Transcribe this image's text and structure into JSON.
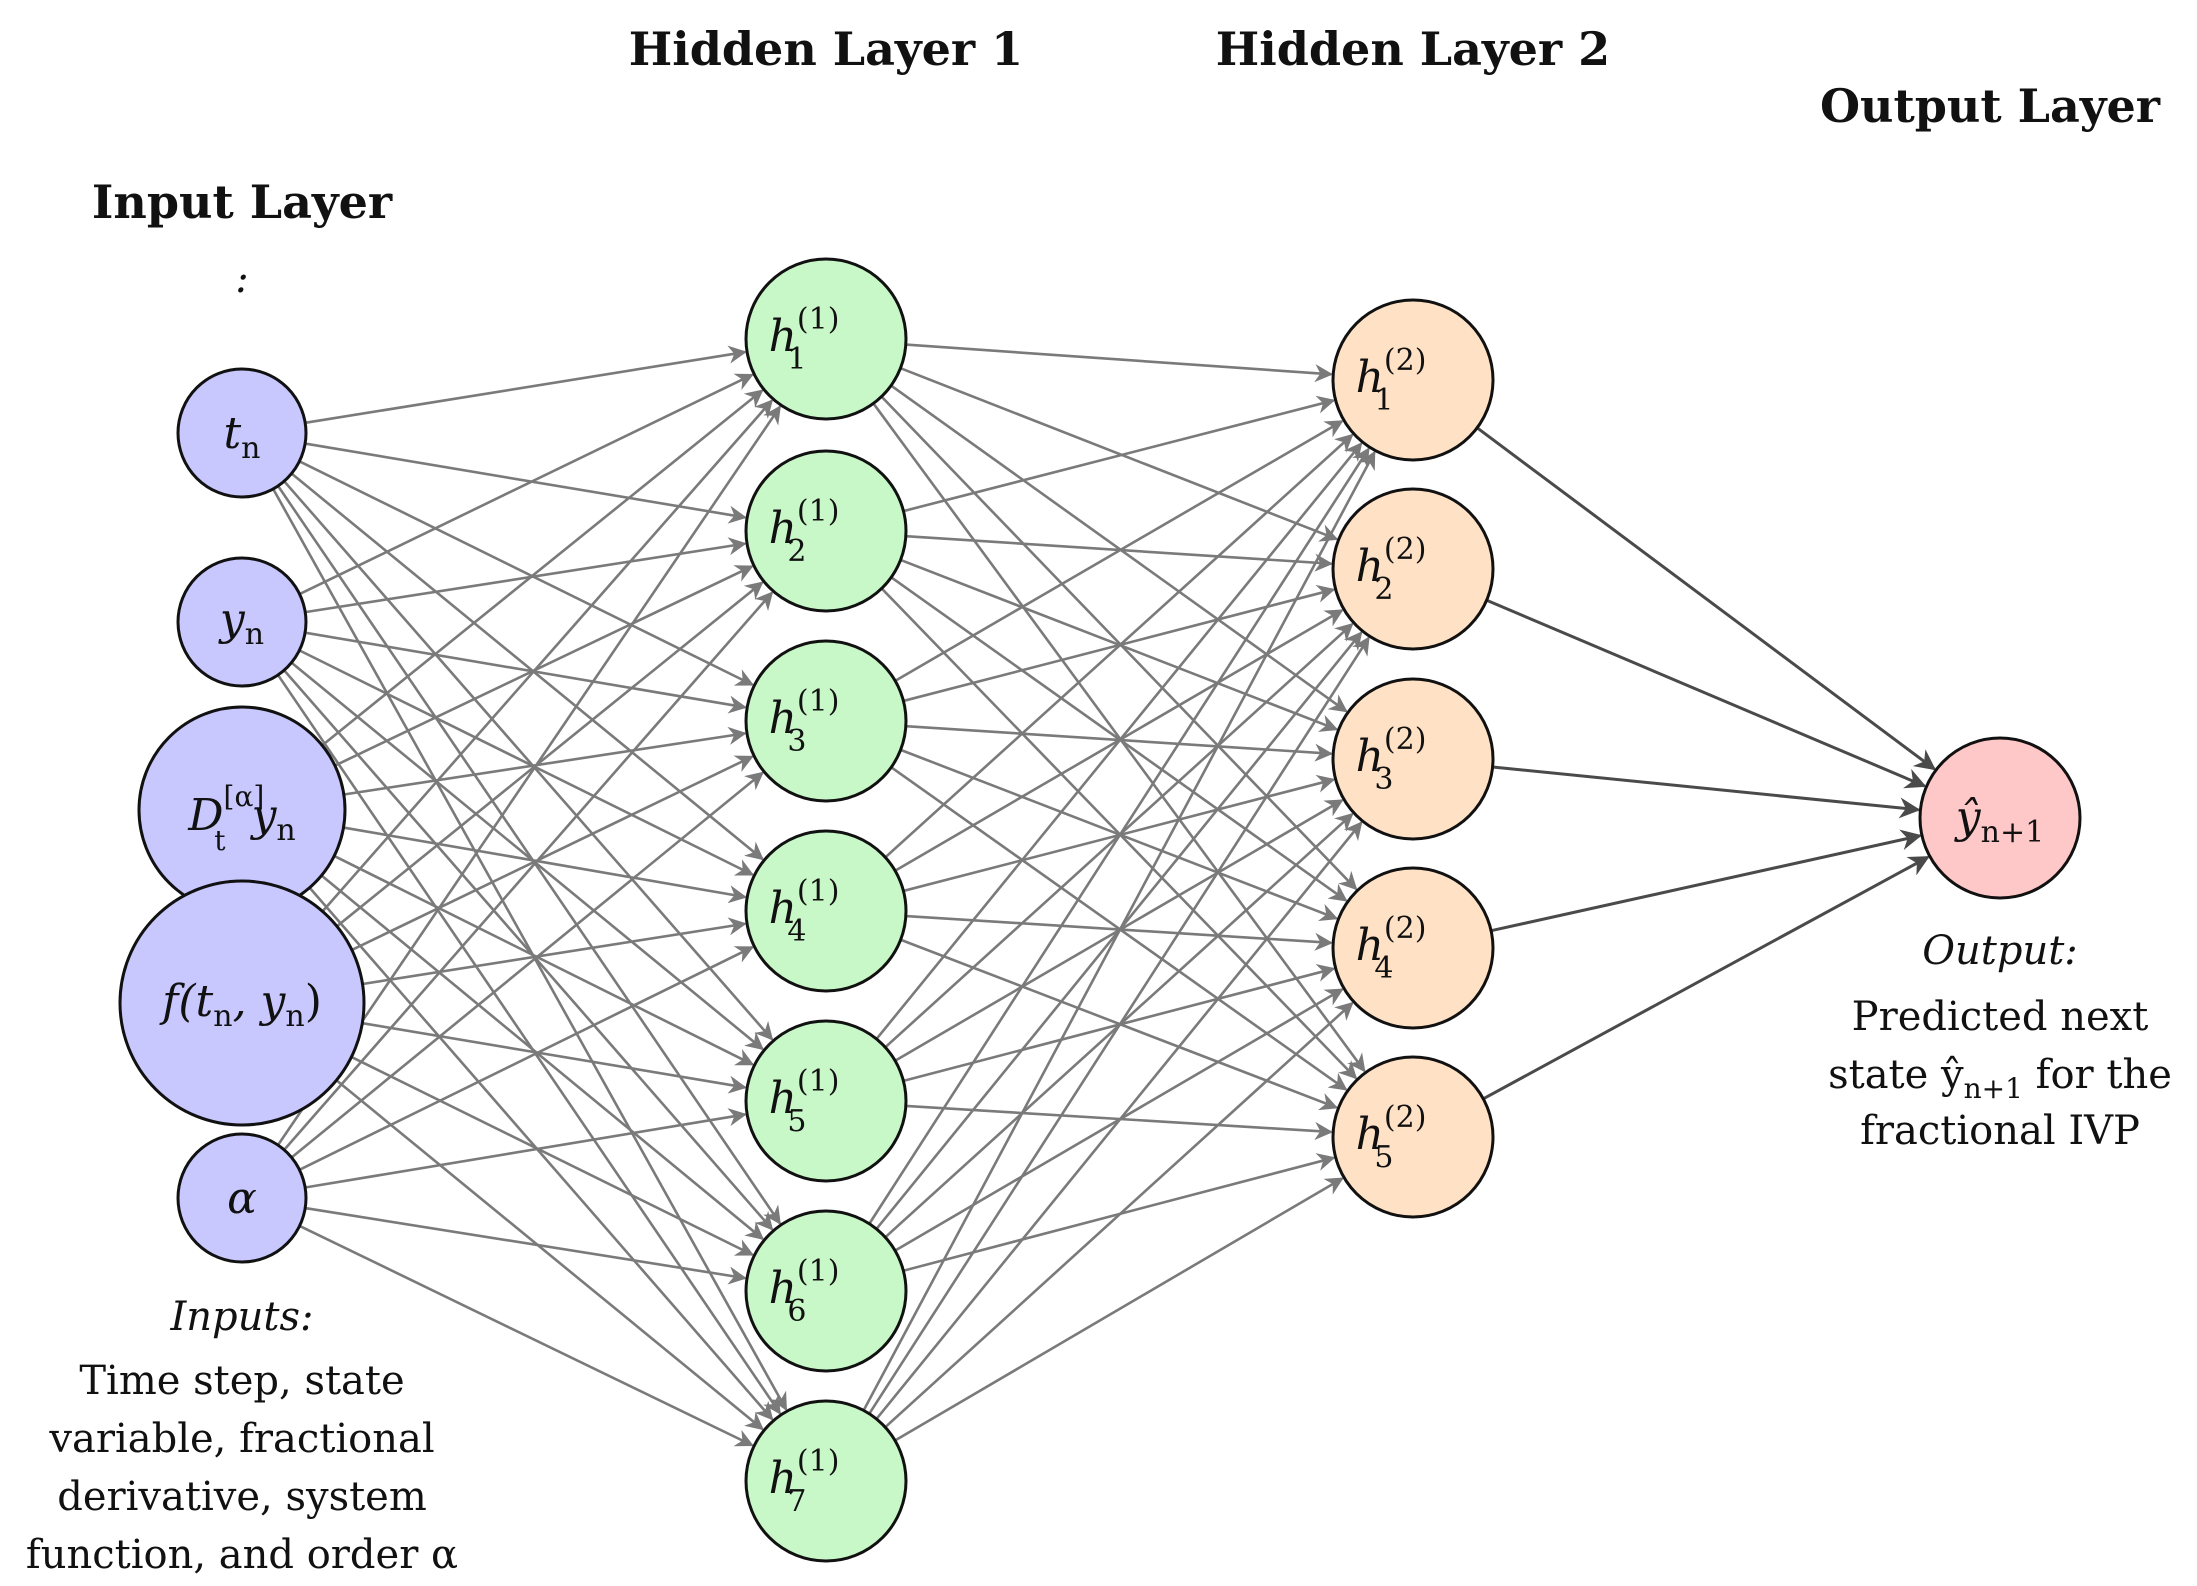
{
  "titles": {
    "input": "Input Layer",
    "hidden1": "Hidden Layer 1",
    "hidden2": "Hidden Layer 2",
    "output": "Output Layer",
    "input_colon": ":"
  },
  "colors": {
    "input_fill": "#c8c8ff",
    "hidden1_fill": "#c8f7c8",
    "hidden2_fill": "#ffe2c6",
    "output_fill": "#ffc8c8",
    "edge": "#7a7a7a",
    "edge_output": "#4a4a4a"
  },
  "input_nodes": [
    {
      "id": "tn",
      "label": "t",
      "sub": "n"
    },
    {
      "id": "yn",
      "label": "y",
      "sub": "n"
    },
    {
      "id": "deriv",
      "label": "D",
      "sup": "[α]",
      "sub": "t",
      "after": "y",
      "after_sub": "n"
    },
    {
      "id": "func",
      "label": "f(t",
      "sub": "n",
      "after": ", y",
      "after_sub": "n",
      "tail": ")"
    },
    {
      "id": "alpha",
      "label": "α"
    }
  ],
  "hidden1_nodes": [
    {
      "label": "h",
      "sup": "(1)",
      "sub": "1"
    },
    {
      "label": "h",
      "sup": "(1)",
      "sub": "2"
    },
    {
      "label": "h",
      "sup": "(1)",
      "sub": "3"
    },
    {
      "label": "h",
      "sup": "(1)",
      "sub": "4"
    },
    {
      "label": "h",
      "sup": "(1)",
      "sub": "5"
    },
    {
      "label": "h",
      "sup": "(1)",
      "sub": "6"
    },
    {
      "label": "h",
      "sup": "(1)",
      "sub": "7"
    }
  ],
  "hidden2_nodes": [
    {
      "label": "h",
      "sup": "(2)",
      "sub": "1"
    },
    {
      "label": "h",
      "sup": "(2)",
      "sub": "2"
    },
    {
      "label": "h",
      "sup": "(2)",
      "sub": "3"
    },
    {
      "label": "h",
      "sup": "(2)",
      "sub": "4"
    },
    {
      "label": "h",
      "sup": "(2)",
      "sub": "5"
    }
  ],
  "output_node": {
    "label": "ŷ",
    "sub": "n+1"
  },
  "input_caption": {
    "head": "Inputs:",
    "lines": [
      "Time step, state",
      "variable, fractional",
      "derivative, system",
      "function, and order α"
    ]
  },
  "output_caption": {
    "head": "Output:",
    "lines": [
      "Predicted next",
      "state ŷ",
      "fractional IVP"
    ],
    "line2_sub": "n+1",
    "line2_tail": " for the"
  }
}
